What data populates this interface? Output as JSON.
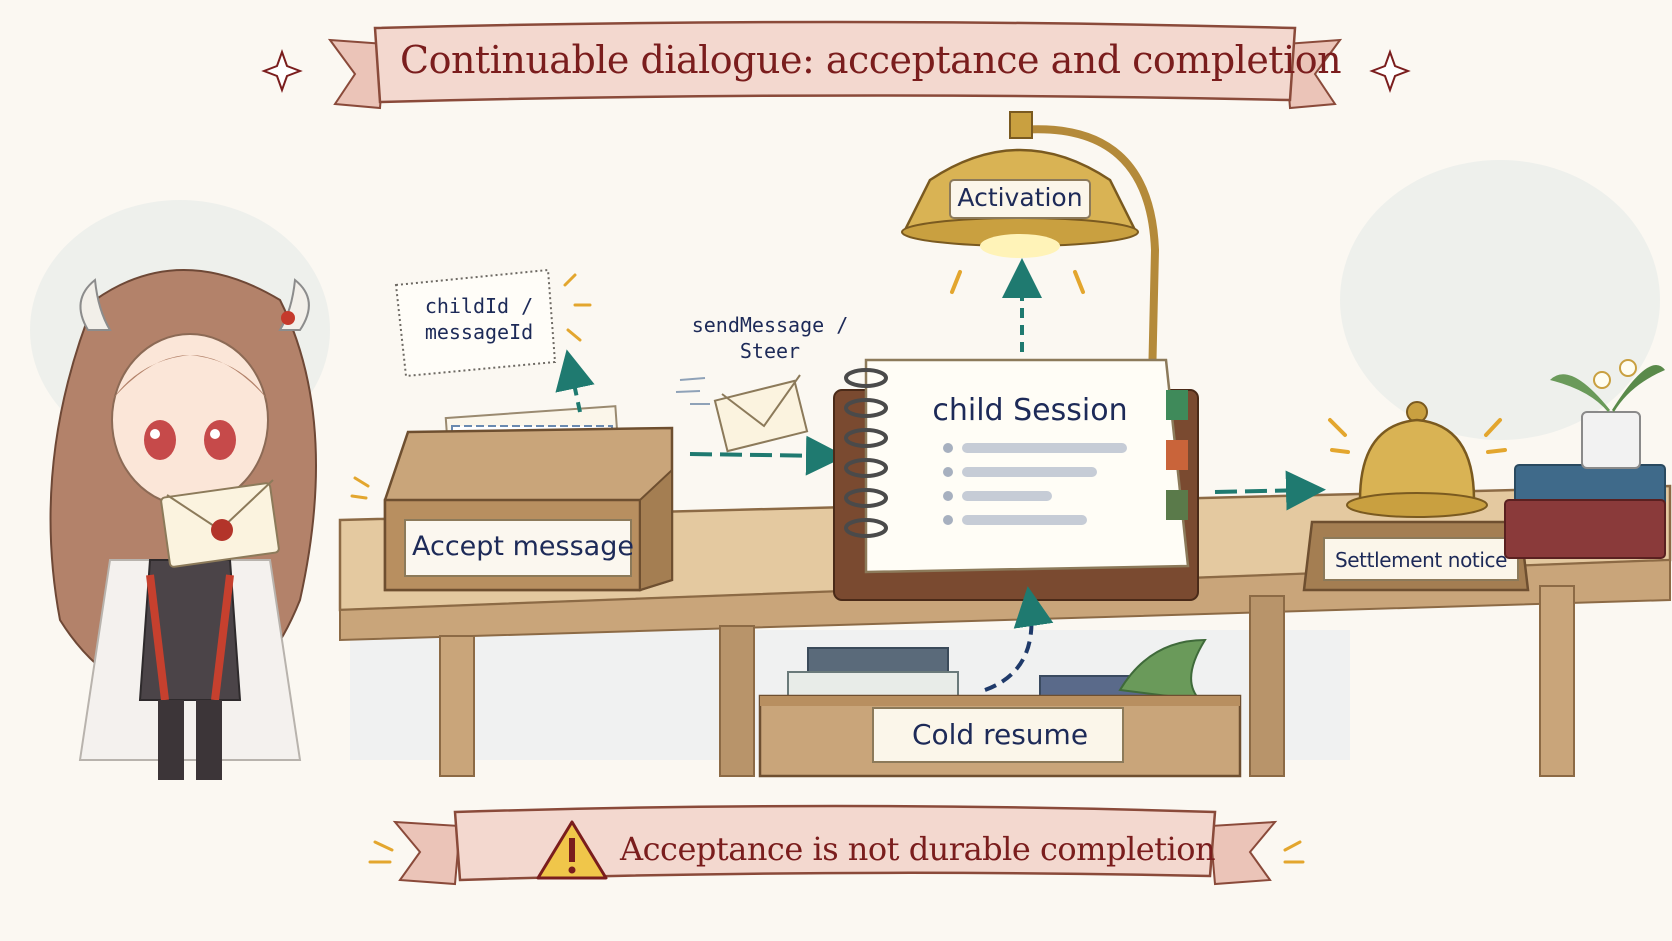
{
  "title": "Continuable dialogue: acceptance and completion",
  "nodes": {
    "accept_message": "Accept message",
    "ids_line1": "childId /",
    "ids_line2": "messageId",
    "send_line1": "sendMessage /",
    "send_line2": "Steer",
    "child_session": "child Session",
    "activation": "Activation",
    "settlement_notice": "Settlement notice",
    "cold_resume": "Cold resume"
  },
  "warning": "Acceptance is not durable completion",
  "colors": {
    "title_red": "#7a1d1d",
    "label_navy": "#1d2a58",
    "arrow_teal": "#1f7a70",
    "ribbon_pink": "#f3d8cf",
    "wood": "#c9a57a",
    "brass": "#c9a040"
  },
  "icons": [
    "sparkle-icon",
    "warning-icon",
    "envelope-icon",
    "lamp-icon",
    "bell-icon",
    "notebook-icon",
    "crate-icon",
    "plant-icon",
    "books-icon"
  ]
}
